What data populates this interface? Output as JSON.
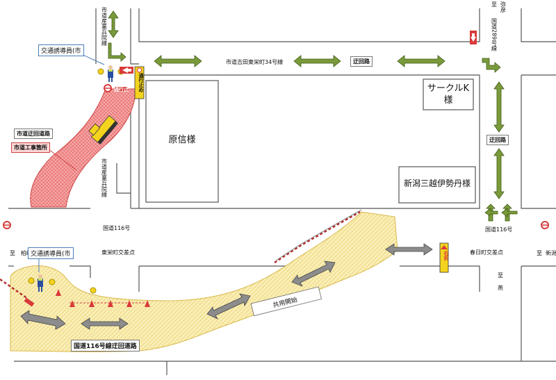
{
  "labels": {
    "road_city_north": "市道吉田東栄町34号線",
    "road_city_west_top": "市道産業兵院線",
    "road_city_west_bottom": "市道産業兵院線",
    "road_national_east": "国道289号線",
    "to_yahiko_prefix": "至",
    "to_yahiko": "弥彦",
    "national_116_center": "国道116号",
    "national_116_right": "国道116号",
    "to_kashiwazaki_prefix": "至",
    "to_kashiwazaki": "柏崎",
    "to_niigata_prefix": "至",
    "to_niigata": "新潟",
    "to_tsubame_prefix": "至",
    "to_tsubame": "燕",
    "intersection_toei": "東栄町交差点",
    "intersection_kasuga": "春日町交差点",
    "detour_top": "迂回路",
    "detour_right": "迂回路",
    "bypass_name": "国道116号線迂回道路",
    "shared_open": "共用開始",
    "city_detour": "市道迂回道路",
    "city_work": "市道工事箇所",
    "guard_top": "交通誘導員(市",
    "guard_bottom": "交通誘導員(市",
    "no_entry": "通行止め",
    "no_entry_small": "通行止",
    "right_turn": "右折"
  },
  "buildings": {
    "circle_k": "サークルK",
    "circle_k_suffix": "様",
    "harashin": "原信様",
    "mitsukoshi": "新潟三越伊勢丹様"
  },
  "colors": {
    "road_line": "#555555",
    "arrow_green": "#7a9a3b",
    "arrow_gray": "#8c8c8c",
    "bypass_fill": "#fbefb9",
    "work_fill": "#f7a1a1",
    "cone_red": "#d93a3a",
    "sign_yellow": "#f4d31e"
  }
}
